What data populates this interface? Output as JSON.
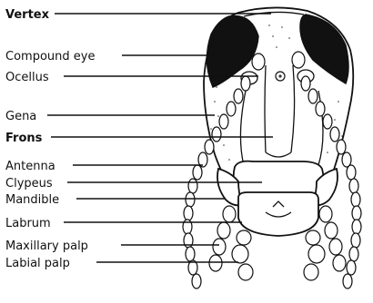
{
  "labels": {
    "vertex": "Vertex",
    "compound_eye": "Compound eye",
    "ocellus": "Ocellus",
    "gena": "Gena",
    "frons": "Frons",
    "antenna": "Antenna",
    "clypeus": "Clypeus",
    "mandible": "Mandible",
    "labrum": "Labrum",
    "maxillary_palp": "Maxillary palp",
    "labial_palp": "Labial palp"
  }
}
